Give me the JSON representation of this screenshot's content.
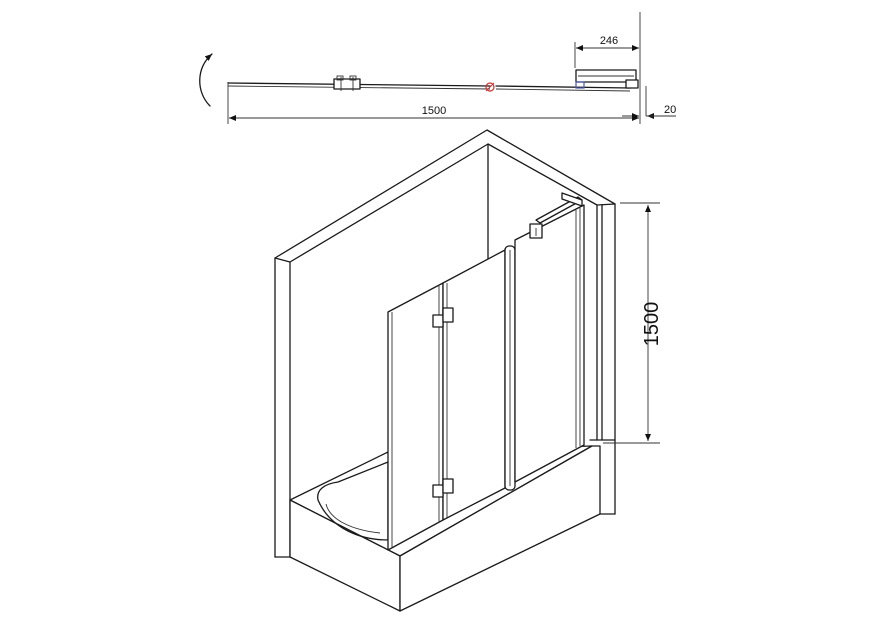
{
  "drawing": {
    "plan_view": {
      "width_dimension": "1500",
      "return_dimension": "246",
      "offset_dimension": "20"
    },
    "iso_view": {
      "height_dimension": "1500"
    },
    "colors": {
      "line": "#1a1a1a",
      "hinge_accent": "#cc3333",
      "bracket_accent": "#4a5aa8"
    }
  }
}
